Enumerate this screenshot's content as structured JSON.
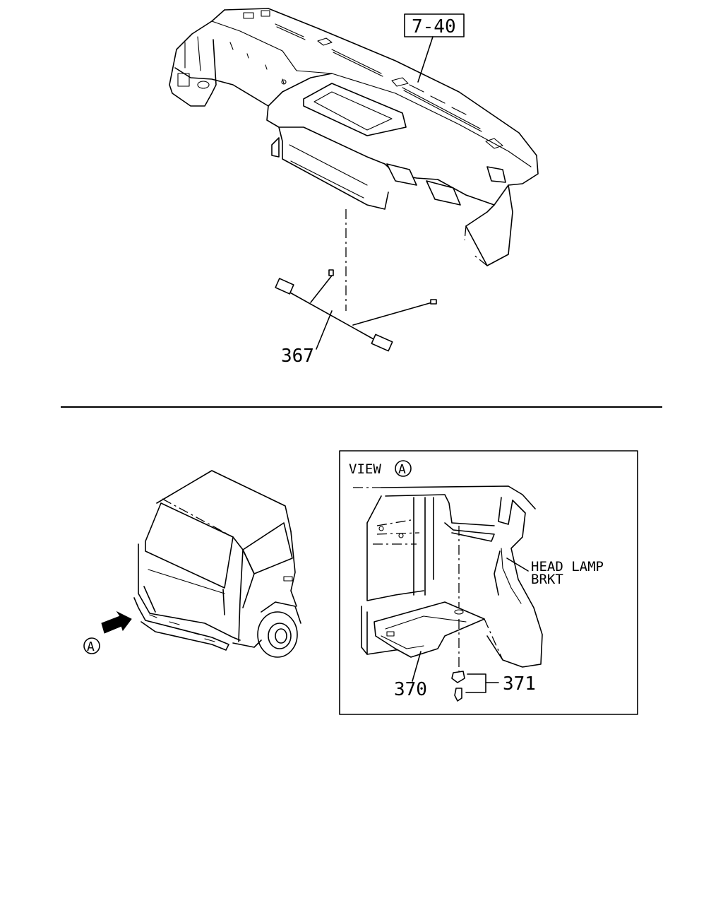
{
  "diagram": {
    "ref_label": "7-40",
    "callouts": {
      "harness": "367",
      "bracket": "370",
      "clip_screw": "371"
    },
    "view_title": "VIEW",
    "view_marker": "A",
    "view_arrow_marker": "A",
    "head_lamp_label_line1": "HEAD  LAMP",
    "head_lamp_label_line2": "BRKT"
  }
}
